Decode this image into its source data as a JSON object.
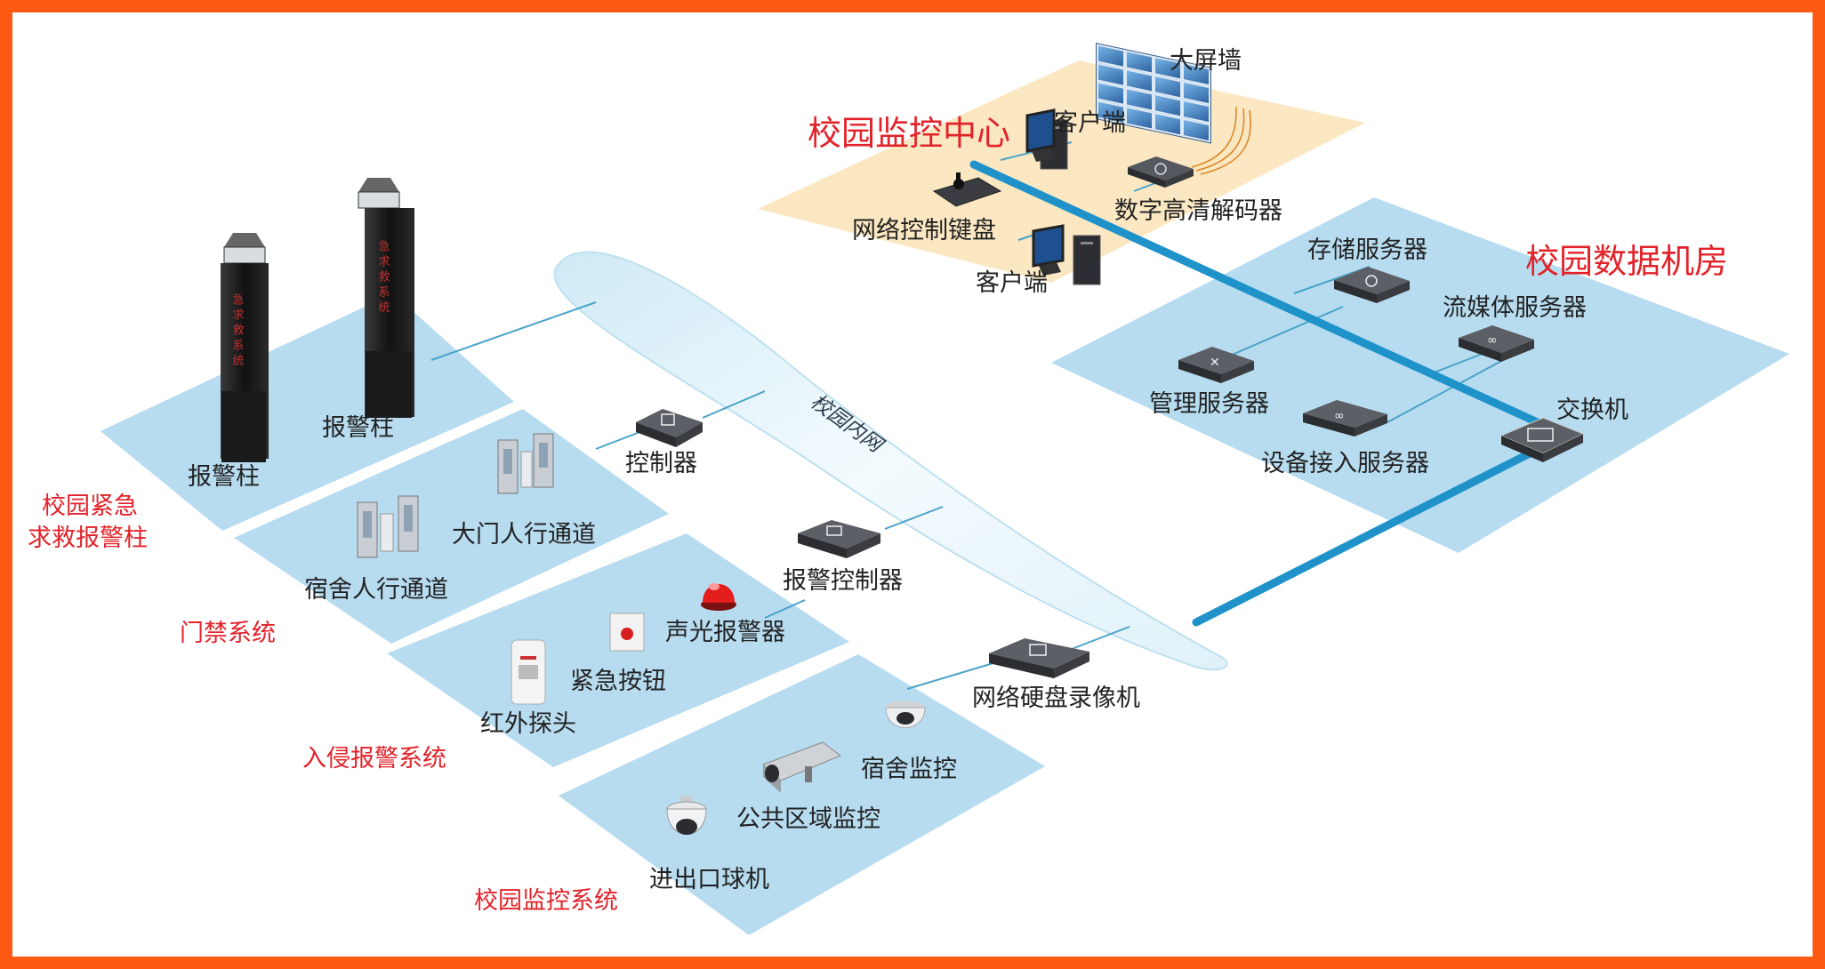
{
  "colors": {
    "frame": "#ff5a14",
    "zone": "#b7dcf0",
    "center_zone": "#fbe8c2",
    "link": "#4aa3c8",
    "trunk": "#1f93c9",
    "label": "#222222",
    "system_label": "#e2232a"
  },
  "diagram": {
    "center": {
      "title": "校园监控中心",
      "wall": "大屏墙",
      "client_top": "客户端",
      "decoder": "数字高清解码器",
      "keyboard": "网络控制键盘",
      "client_bottom": "客户端"
    },
    "datacenter": {
      "title": "校园数据机房",
      "storage": "存储服务器",
      "streaming": "流媒体服务器",
      "management": "管理服务器",
      "access": "设备接入服务器",
      "switch": "交换机"
    },
    "network": {
      "title": "校园内网"
    },
    "devices": {
      "controller": "控制器",
      "alarm_controller": "报警控制器",
      "nvr": "网络硬盘录像机"
    },
    "emergency": {
      "title_line1": "校园紧急",
      "title_line2": "求救报警柱",
      "pillar_left": "报警柱",
      "pillar_right": "报警柱"
    },
    "access": {
      "title": "门禁系统",
      "gate_main": "大门人行通道",
      "gate_dorm": "宿舍人行通道"
    },
    "intrusion": {
      "title": "入侵报警系统",
      "siren": "声光报警器",
      "panic_button": "紧急按钮",
      "ir_detector": "红外探头"
    },
    "cctv": {
      "title": "校园监控系统",
      "dorm_cam": "宿舍监控",
      "public_cam": "公共区域监控",
      "dome_cam": "进出口球机"
    }
  }
}
